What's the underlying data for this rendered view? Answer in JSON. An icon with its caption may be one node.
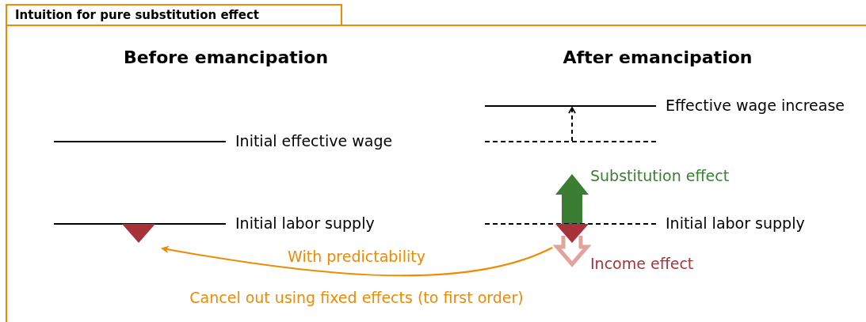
{
  "diagram": {
    "title": "Intuition for pure substitution effect",
    "nodes": [
      {
        "text": [],
        "shape": "line",
        "beside": [
          "Initial effective wage"
        ]
      },
      {
        "text": [],
        "shape": "line",
        "beside": [
          "Initial labor supply"
        ]
      },
      {
        "text": [],
        "shape": "triangle"
      },
      {
        "text": [],
        "shape": "line",
        "beside": [
          "Effective wage increase"
        ]
      },
      {
        "text": [],
        "shape": "line"
      },
      {
        "text": [],
        "shape": "line",
        "beside": [
          "Initial labor supply"
        ]
      },
      {
        "text": [],
        "shape": "triangle"
      }
    ],
    "edges": [
      {
        "from": 4,
        "to": 3,
        "arrow": "to",
        "style": "dashed"
      },
      {
        "from": 6,
        "to": 2,
        "arrow": "to",
        "color": "#f08a00",
        "label": "With predictability"
      }
    ],
    "labels": [
      "Before emancipation",
      "After emancipation",
      "Substitution effect",
      "Income effect",
      "Cancel out using fixed effects (to first order)"
    ]
  }
}
